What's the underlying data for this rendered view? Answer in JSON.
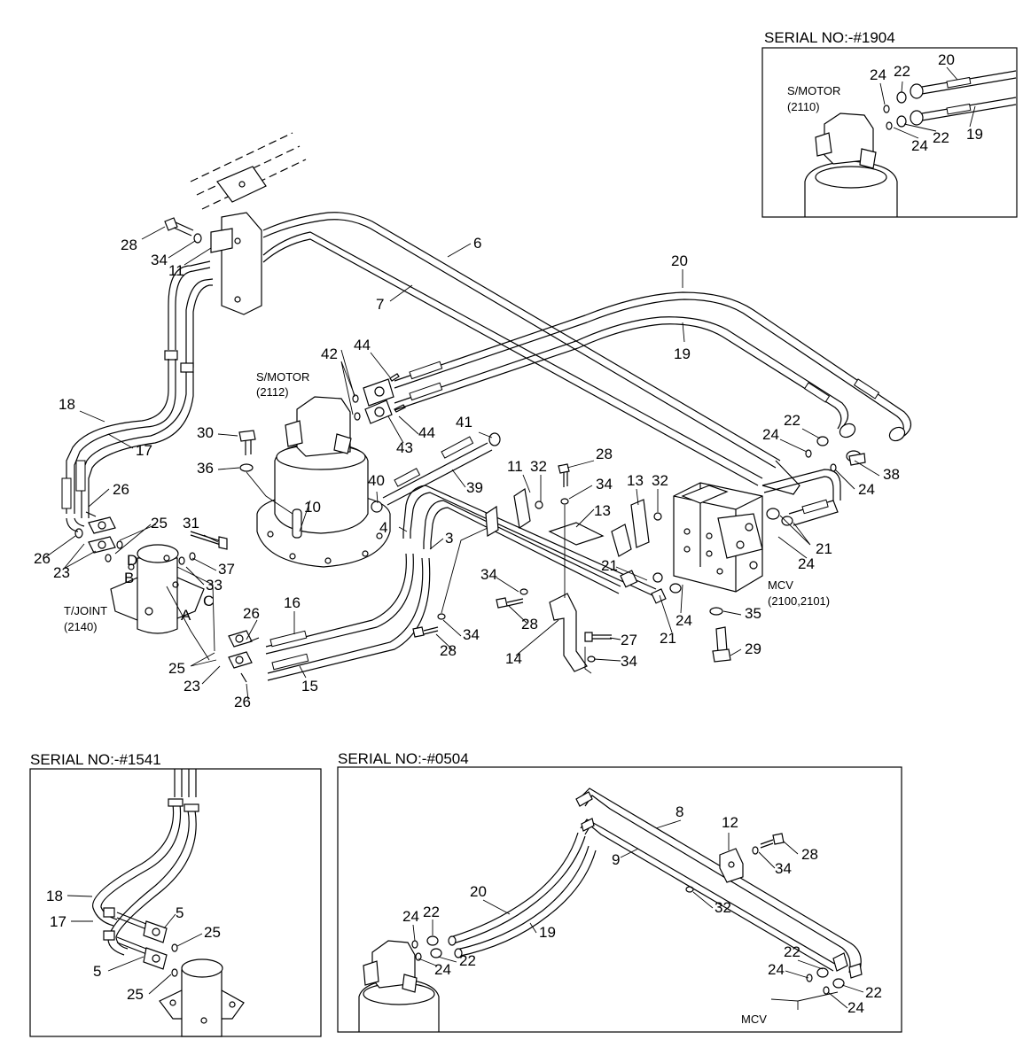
{
  "serials": {
    "s1904": "SERIAL NO:-#1904",
    "s1541": "SERIAL NO:-#1541",
    "s0504": "SERIAL NO:-#0504"
  },
  "components": {
    "smotor_main_1": "S/MOTOR",
    "smotor_main_2": "(2112)",
    "smotor_inset_1": "S/MOTOR",
    "smotor_inset_2": "(2110)",
    "tjoint_1": "T/JOINT",
    "tjoint_2": "(2140)",
    "mcv_1": "MCV",
    "mcv_2": "(2100,2101)",
    "mcv_inset": "MCV"
  },
  "port_letters": {
    "a": "A",
    "b": "B",
    "c": "C",
    "d": "D"
  },
  "callouts_main": [
    "28",
    "34",
    "11",
    "6",
    "7",
    "20",
    "19",
    "18",
    "17",
    "26",
    "25",
    "23",
    "26",
    "30",
    "36",
    "42",
    "44",
    "44",
    "43",
    "10",
    "40",
    "41",
    "39",
    "4",
    "3",
    "31",
    "33",
    "37",
    "25",
    "23",
    "26",
    "16",
    "15",
    "26",
    "11",
    "32",
    "28",
    "34",
    "13",
    "32",
    "13",
    "22",
    "24",
    "38",
    "24",
    "21",
    "24",
    "21",
    "24",
    "21",
    "34",
    "28",
    "28",
    "34",
    "14",
    "27",
    "34",
    "35",
    "29"
  ],
  "callouts_1904": [
    "24",
    "22",
    "20",
    "24",
    "22",
    "19"
  ],
  "callouts_1541": [
    "18",
    "17",
    "5",
    "5",
    "25",
    "25"
  ],
  "callouts_0504": [
    "8",
    "9",
    "12",
    "28",
    "34",
    "32",
    "20",
    "19",
    "24",
    "22",
    "24",
    "22",
    "22",
    "24",
    "22",
    "24"
  ]
}
